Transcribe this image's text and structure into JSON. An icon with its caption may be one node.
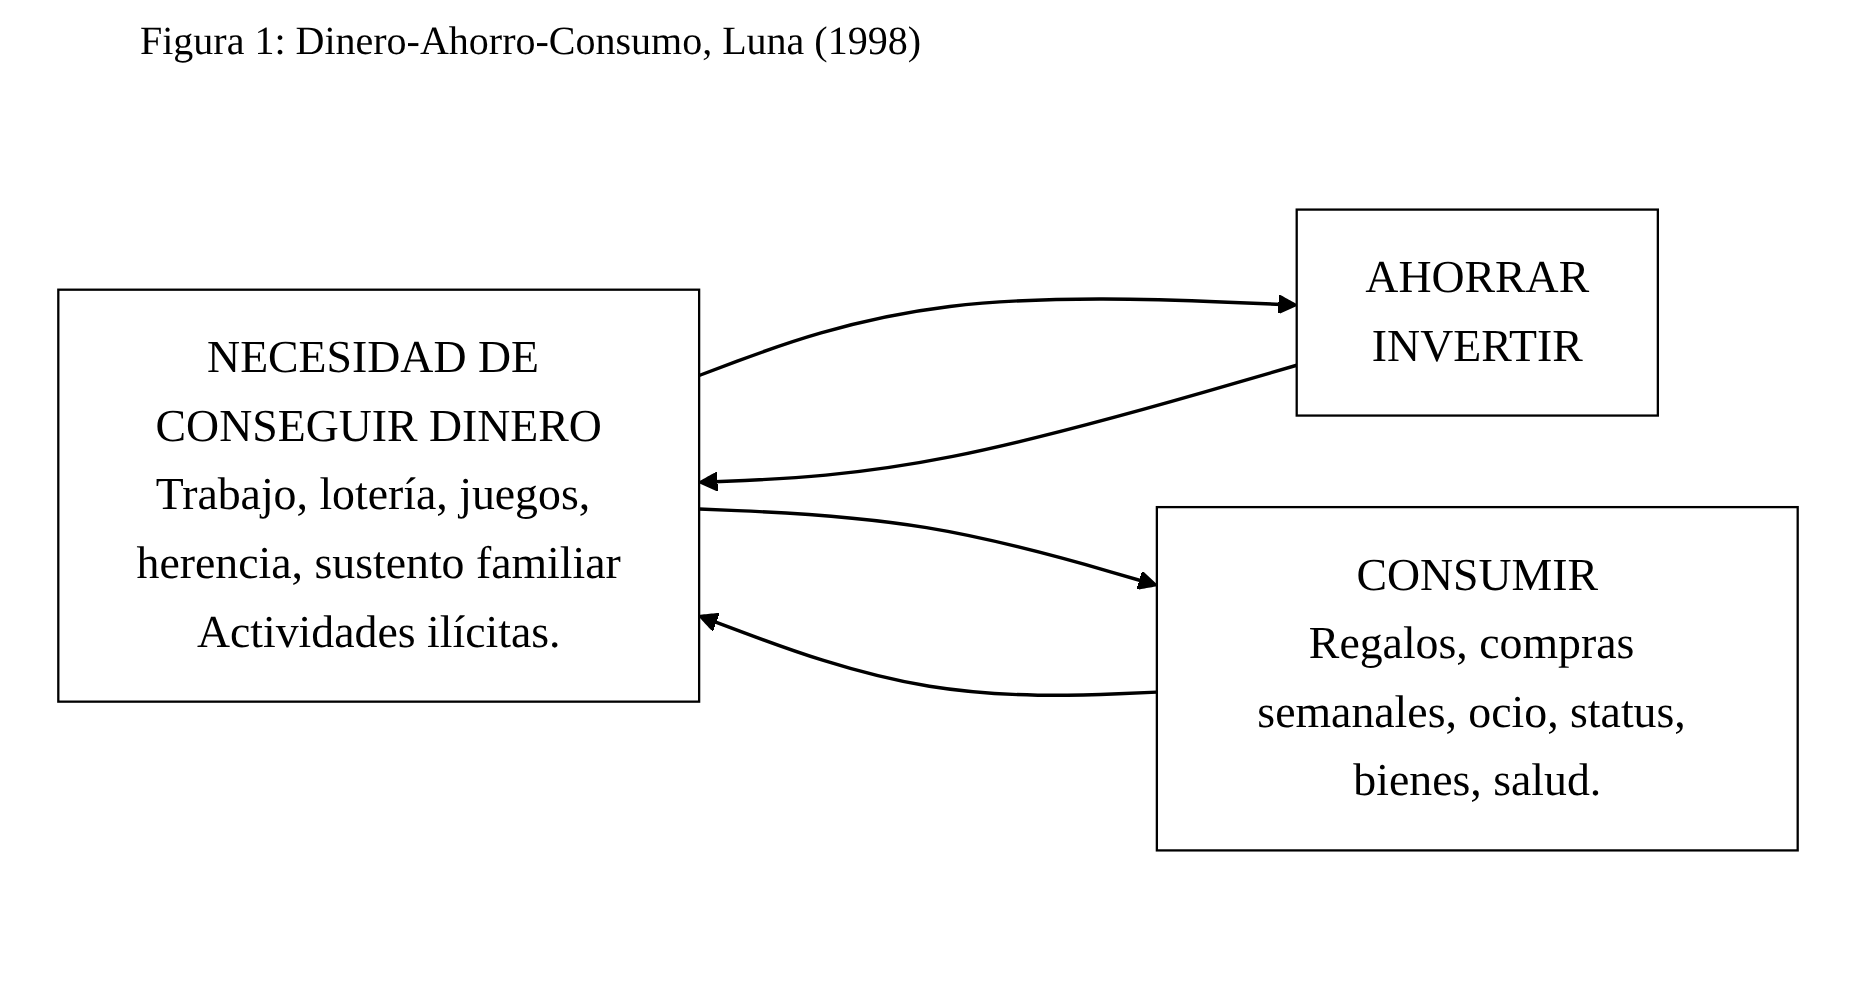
{
  "diagram": {
    "title": "Figura 1: Dinero-Ahorro-Consumo, Luna (1998)",
    "nodes": [
      {
        "text": [
          "NECESIDAD DE CONSEGUIR DINERO",
          "Trabajo, lotería, juegos, herencia, sustento familiar",
          "Actividades ilícitas."
        ]
      },
      {
        "text": [
          "AHORRAR",
          "INVERTIR"
        ]
      },
      {
        "text": [
          "CONSUMIR",
          "Regalos, compras semanales, ocio, status, bienes, salud."
        ]
      }
    ],
    "edges": [
      {
        "from": 0,
        "to": 1,
        "arrow": "to"
      },
      {
        "from": 1,
        "to": 0,
        "arrow": "to"
      },
      {
        "from": 2,
        "to": 0,
        "arrow": "to"
      },
      {
        "from": 0,
        "to": 2,
        "arrow": "to"
      }
    ]
  }
}
